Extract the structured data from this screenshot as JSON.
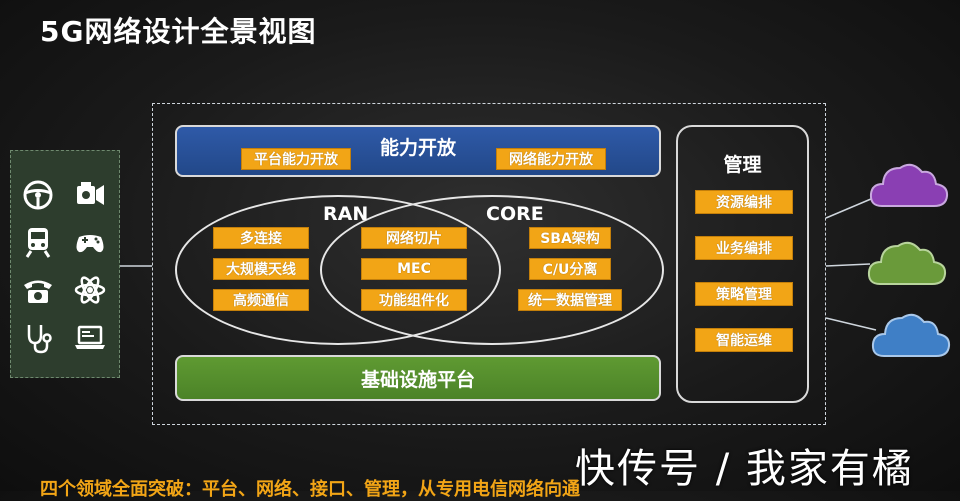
{
  "title": "5G网络设计全景视图",
  "capability_bar": {
    "title": "能力开放",
    "items": [
      "平台能力开放",
      "网络能力开放"
    ]
  },
  "infra_bar": {
    "title": "基础设施平台"
  },
  "ran": {
    "label": "RAN",
    "items": [
      "多连接",
      "大规模天线",
      "高频通信"
    ]
  },
  "core": {
    "label": "CORE",
    "items": [
      "SBA架构",
      "C/U分离",
      "统一数据管理"
    ]
  },
  "shared": {
    "items": [
      "网络切片",
      "MEC",
      "功能组件化"
    ]
  },
  "management": {
    "title": "管理",
    "items": [
      "资源编排",
      "业务编排",
      "策略管理",
      "智能运维"
    ]
  },
  "devices": [
    "steering-wheel-icon",
    "camera-icon",
    "train-icon",
    "gamepad-icon",
    "telephone-icon",
    "atom-icon",
    "stethoscope-icon",
    "laptop-icon"
  ],
  "clouds": [
    {
      "name": "purple-cloud-icon",
      "color": "#8a3fb3"
    },
    {
      "name": "green-cloud-icon",
      "color": "#6a9a3a"
    },
    {
      "name": "blue-cloud-icon",
      "color": "#3f7fc6"
    }
  ],
  "colors": {
    "box_fill": "#f2a516",
    "blue_bar": "#2f5aa8",
    "green_bar": "#5f9a32"
  },
  "watermark": "快传号 / 我家有橘",
  "footer": "四个领域全面突破：平台、网络、接口、管理，从专用电信网络向通用电信网络平台转变"
}
